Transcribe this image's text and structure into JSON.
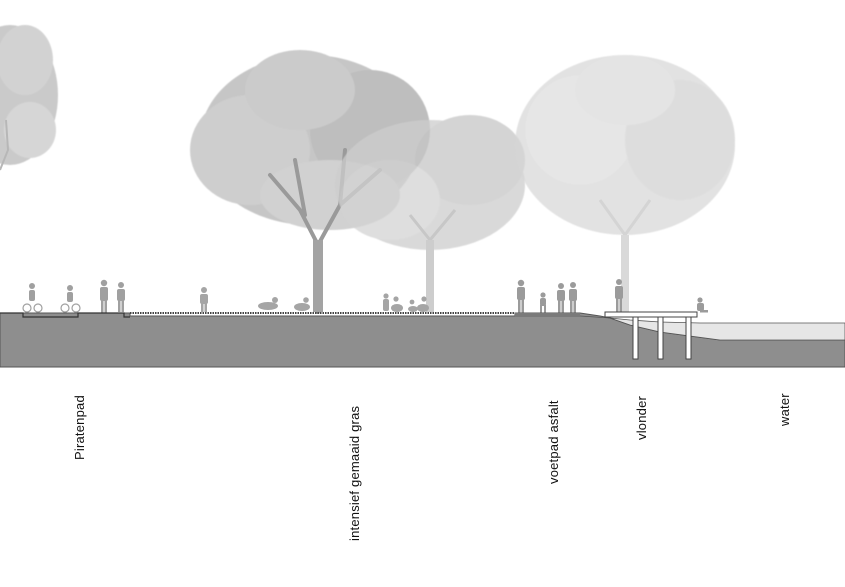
{
  "labels": {
    "piratenpad": "Piratenpad",
    "gras": "intensief gemaaid gras",
    "voetpad": "voetpad asfalt",
    "vlonder": "vlonder",
    "water": "water"
  },
  "colors": {
    "ground": "#8e8e8e",
    "water": "#e6e6e6",
    "tree_dark": "#9a9a9a",
    "tree_light": "#cfcfcf",
    "people": "#9b9b9b",
    "outline": "#555555"
  }
}
